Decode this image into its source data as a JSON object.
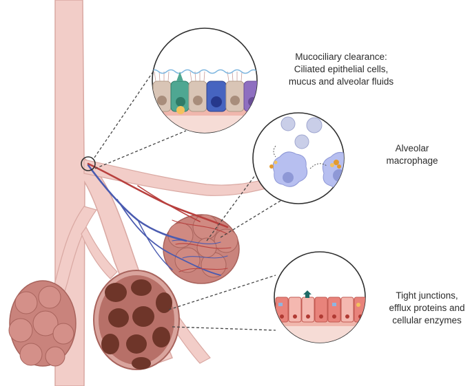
{
  "annotations": {
    "mucociliary": {
      "lines": [
        "Mucociliary clearance:",
        "Ciliated epithelial cells,",
        "mucus and alveolar fluids"
      ]
    },
    "macrophage": {
      "lines": [
        "Alveolar",
        "macrophage"
      ]
    },
    "tight_junctions": {
      "lines": [
        "Tight junctions,",
        "efflux proteins and",
        "cellular enzymes"
      ]
    }
  },
  "colors": {
    "airway": "#f2cdc8",
    "airway_outline": "#d9a8a2",
    "alveoli": "#c9837c",
    "alveoli_dark": "#6e3529",
    "vein": "#4a5bb0",
    "artery": "#b8403e",
    "circle_outline": "#2f2f2f",
    "macrophage": "#b7bff0"
  },
  "icons": [
    "magnifier-circle-icon",
    "ciliated-cells-illustration",
    "macrophage-cells-illustration",
    "epithelial-cells-illustration"
  ]
}
